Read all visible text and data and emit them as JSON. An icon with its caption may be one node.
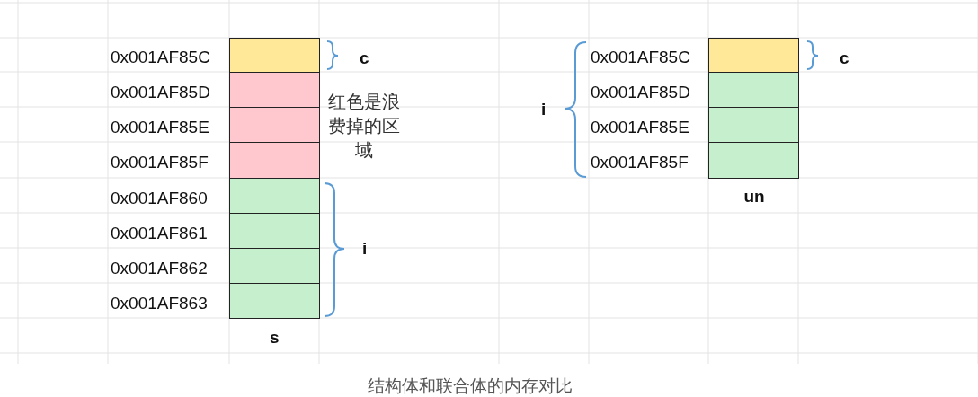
{
  "diagram": {
    "caption": "结构体和联合体的内存对比",
    "nodes": [
      {
        "text": [],
        "shape": "box"
      },
      {
        "text": [],
        "shape": "box"
      },
      {
        "text": [],
        "shape": "box"
      },
      {
        "text": [],
        "shape": "box"
      },
      {
        "text": [],
        "shape": "box"
      },
      {
        "text": [],
        "shape": "box"
      },
      {
        "text": [],
        "shape": "box"
      },
      {
        "text": [],
        "shape": "box"
      },
      {
        "text": [],
        "shape": "box"
      },
      {
        "text": [],
        "shape": "box"
      },
      {
        "text": [],
        "shape": "box"
      },
      {
        "text": [],
        "shape": "box"
      }
    ],
    "edges": [],
    "labels": [
      "0x001AF85C",
      "0x001AF85D",
      "0x001AF85E",
      "0x001AF85F",
      "0x001AF860",
      "0x001AF861",
      "0x001AF862",
      "0x001AF863",
      "c",
      "红色是浪费掉的区域",
      "i",
      "s",
      "i",
      "0x001AF85C",
      "0x001AF85D",
      "0x001AF85E",
      "0x001AF85F",
      "c",
      "un"
    ]
  }
}
